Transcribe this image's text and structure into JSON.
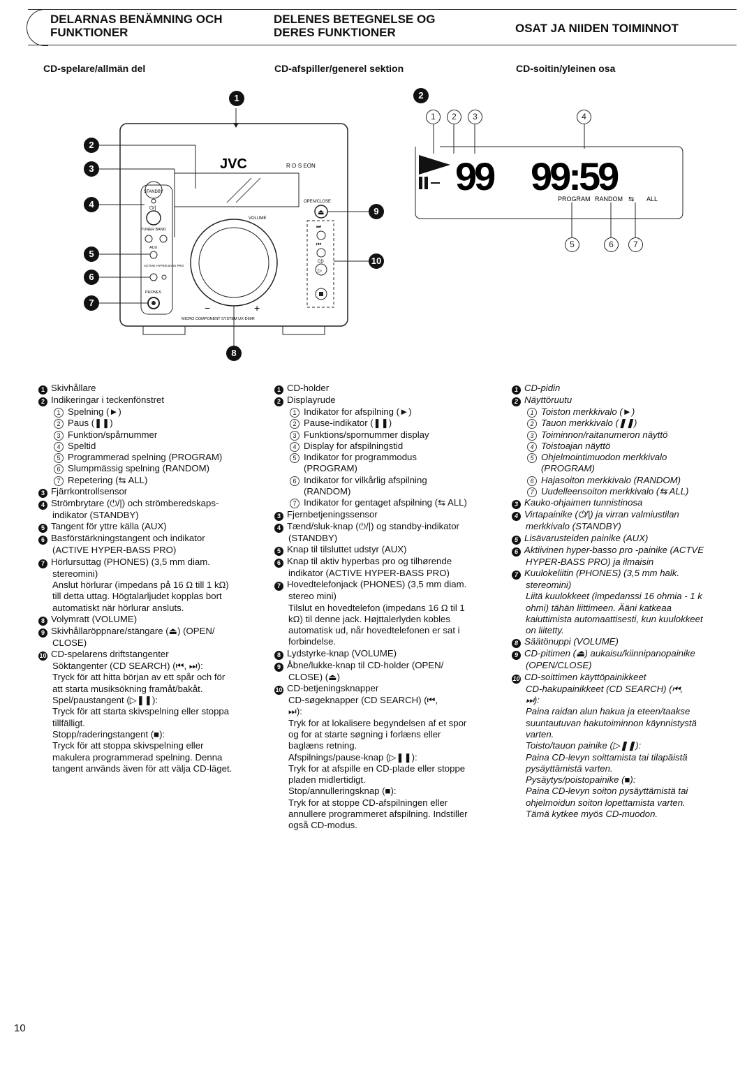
{
  "headers": {
    "sv": "DELARNAS BENÄMNING OCH FUNKTIONER",
    "da": "DELENES BETEGNELSE OG DERES FUNKTIONER",
    "fi": "OSAT JA NIIDEN TOIMINNOT"
  },
  "subheads": {
    "sv": "CD-spelare/allmän del",
    "da": "CD-afspiller/generel sektion",
    "fi": "CD-soitin/yleinen osa"
  },
  "device": {
    "brand": "JVC",
    "rds": "R·D·S EON",
    "standby": "STANDBY",
    "tuner_band": "TUNER BAND",
    "aux": "AUX",
    "active_hyper_bass": "ACTIVE HYPER BASS PRO",
    "phones": "PHONES",
    "volume": "VOLUME",
    "open_close": "OPEN/CLOSE",
    "cd": "CD",
    "model": "MICRO COMPONENT SYSTEM UX-D99R",
    "minus": "−",
    "plus": "+"
  },
  "display": {
    "digits_track": "99",
    "digits_time": "99:59",
    "program": "PROGRAM",
    "random": "RANDOM",
    "all": "ALL"
  },
  "callouts": [
    "1",
    "2",
    "3",
    "4",
    "5",
    "6",
    "7",
    "8",
    "9",
    "10"
  ],
  "sub_callouts": [
    "1",
    "2",
    "3",
    "4",
    "5",
    "6",
    "7"
  ],
  "sv": [
    {
      "n": "1",
      "t": "Skivhållare"
    },
    {
      "n": "2",
      "t": "Indikeringar i teckenfönstret"
    },
    {
      "s": "1",
      "t": "Spelning (►)"
    },
    {
      "s": "2",
      "t": "Paus (❚❚)"
    },
    {
      "s": "3",
      "t": "Funktion/spårnummer"
    },
    {
      "s": "4",
      "t": "Speltid"
    },
    {
      "s": "5",
      "t": "Programmerad spelning (PROGRAM)"
    },
    {
      "s": "6",
      "t": "Slumpmässig spelning (RANDOM)"
    },
    {
      "s": "7",
      "t": "Repetering (⇆ ALL)"
    },
    {
      "n": "3",
      "t": "Fjärrkontrollsensor"
    },
    {
      "n": "4",
      "t": "Strömbrytare (⏻/|) och strömberedskaps-"
    },
    {
      "i": "indikator (STANDBY)"
    },
    {
      "n": "5",
      "t": "Tangent för yttre källa (AUX)"
    },
    {
      "n": "6",
      "t": "Basförstärkningstangent och indikator"
    },
    {
      "i": "(ACTIVE HYPER-BASS PRO)"
    },
    {
      "n": "7",
      "t": "Hörlursuttag (PHONES) (3,5 mm diam."
    },
    {
      "i": "stereomini)"
    },
    {
      "i": "Anslut hörlurar (impedans på 16 Ω till 1 kΩ)"
    },
    {
      "i": "till detta uttag. Högtalarljudet kopplas bort"
    },
    {
      "i": "automatiskt när hörlurar ansluts."
    },
    {
      "n": "8",
      "t": "Volymratt (VOLUME)"
    },
    {
      "n": "9",
      "t": "Skivhållaröppnare/stängare (⏏) (OPEN/"
    },
    {
      "i": "CLOSE)"
    },
    {
      "n": "10",
      "t": "CD-spelarens driftstangenter"
    },
    {
      "i": "Söktangenter (CD SEARCH) (⏮, ⏭):"
    },
    {
      "i": "Tryck för att hitta början av ett spår och för"
    },
    {
      "i": "att starta musiksökning framåt/bakåt."
    },
    {
      "i": "Spel/paustangent (▷❚❚):"
    },
    {
      "i": "Tryck för att starta skivspelning eller stoppa"
    },
    {
      "i": "tillfälligt."
    },
    {
      "i": "Stopp/raderingstangent (■):"
    },
    {
      "i": "Tryck för att stoppa skivspelning eller"
    },
    {
      "i": "makulera programmerad spelning. Denna"
    },
    {
      "i": "tangent används även för att välja CD-läget."
    }
  ],
  "da": [
    {
      "n": "1",
      "t": "CD-holder"
    },
    {
      "n": "2",
      "t": "Displayrude"
    },
    {
      "s": "1",
      "t": "Indikator for afspilning (►)"
    },
    {
      "s": "2",
      "t": "Pause-indikator (❚❚)"
    },
    {
      "s": "3",
      "t": "Funktions/spornummer display"
    },
    {
      "s": "4",
      "t": "Display for afspilningstid"
    },
    {
      "s": "5",
      "t": "Indikator for programmodus"
    },
    {
      "i2": "(PROGRAM)"
    },
    {
      "s": "6",
      "t": "Indikator for vilkårlig afspilning"
    },
    {
      "i2": "(RANDOM)"
    },
    {
      "s": "7",
      "t": "Indikator for gentaget afspilning (⇆ ALL)"
    },
    {
      "n": "3",
      "t": "Fjernbetjeningssensor"
    },
    {
      "n": "4",
      "t": "Tænd/sluk-knap (⏻/|) og standby-indikator"
    },
    {
      "i": "(STANDBY)"
    },
    {
      "n": "5",
      "t": "Knap til tilsluttet udstyr (AUX)"
    },
    {
      "n": "6",
      "t": "Knap til aktiv hyperbas pro og tilhørende"
    },
    {
      "i": "indikator (ACTIVE HYPER-BASS PRO)"
    },
    {
      "n": "7",
      "t": "Hovedtelefonjack (PHONES) (3,5 mm diam."
    },
    {
      "i": "stereo mini)"
    },
    {
      "i": "Tilslut en hovedtelefon (impedans 16 Ω til 1"
    },
    {
      "i": "kΩ) til denne jack. Højttalerlyden kobles"
    },
    {
      "i": "automatisk ud, når hovedtelefonen er sat i"
    },
    {
      "i": "forbindelse."
    },
    {
      "n": "8",
      "t": "Lydstyrke-knap (VOLUME)"
    },
    {
      "n": "9",
      "t": "Åbne/lukke-knap til CD-holder (OPEN/"
    },
    {
      "i": "CLOSE) (⏏)"
    },
    {
      "n": "10",
      "t": "CD-betjeningsknapper"
    },
    {
      "i": "CD-søgeknapper (CD SEARCH) (⏮,"
    },
    {
      "i": "⏭):"
    },
    {
      "i": "Tryk for at lokalisere begyndelsen af et spor"
    },
    {
      "i": "og for at starte søgning i forlæns eller"
    },
    {
      "i": "baglæns retning."
    },
    {
      "i": "Afspilnings/pause-knap (▷❚❚):"
    },
    {
      "i": "Tryk for at afspille en CD-plade eller stoppe"
    },
    {
      "i": "pladen midlertidigt."
    },
    {
      "i": "Stop/annulleringsknap (■):"
    },
    {
      "i": "Tryk for at stoppe CD-afspilningen eller"
    },
    {
      "i": "annullere programmeret afspilning. Indstiller"
    },
    {
      "i": "også CD-modus."
    }
  ],
  "fi": [
    {
      "n": "1",
      "t": "CD-pidin"
    },
    {
      "n": "2",
      "t": "Näyttöruutu"
    },
    {
      "s": "1",
      "t": "Toiston merkkivalo (►)"
    },
    {
      "s": "2",
      "t": "Tauon merkkivalo (❚❚)"
    },
    {
      "s": "3",
      "t": "Toiminnon/raitanumeron näyttö"
    },
    {
      "s": "4",
      "t": "Toistoajan näyttö"
    },
    {
      "s": "5",
      "t": "Ohjelmointimuodon merkkivalo"
    },
    {
      "i2": "(PROGRAM)"
    },
    {
      "s": "6",
      "t": "Hajasoiton merkkivalo (RANDOM)"
    },
    {
      "s": "7",
      "t": "Uudelleensoiton merkkivalo (⇆ ALL)"
    },
    {
      "n": "3",
      "t": "Kauko-ohjaimen tunnistinosa"
    },
    {
      "n": "4",
      "t": "Virtapainike (⏻/|) ja virran valmiustilan"
    },
    {
      "i": "merkkivalo (STANDBY)"
    },
    {
      "n": "5",
      "t": "Lisävarusteiden painike (AUX)"
    },
    {
      "n": "6",
      "t": "Aktiivinen hyper-basso pro -painike (ACTVE"
    },
    {
      "i": "HYPER-BASS PRO) ja ilmaisin"
    },
    {
      "n": "7",
      "t": "Kuulokeliitin (PHONES) (3,5 mm halk."
    },
    {
      "i": "stereomini)"
    },
    {
      "i": "Liitä kuulokkeet (impedanssi 16 ohmia - 1 k"
    },
    {
      "i": "ohmi) tähän liittimeen. Ääni katkeaa"
    },
    {
      "i": "kaiuttimista automaattisesti, kun kuulokkeet"
    },
    {
      "i": "on liitetty."
    },
    {
      "n": "8",
      "t": "Säätönuppi (VOLUME)"
    },
    {
      "n": "9",
      "t": "CD-pitimen (⏏) aukaisu/kiinnipanopainike"
    },
    {
      "i": "(OPEN/CLOSE)"
    },
    {
      "n": "10",
      "t": "CD-soittimen käyttöpainikkeet"
    },
    {
      "i": "CD-hakupainikkeet (CD SEARCH) (⏮,"
    },
    {
      "i": "⏭):"
    },
    {
      "i": "Paina raidan alun hakua ja eteen/taakse"
    },
    {
      "i": "suuntautuvan hakutoiminnon käynnistystä"
    },
    {
      "i": "varten."
    },
    {
      "i": "Toisto/tauon painike (▷❚❚):"
    },
    {
      "i": "Paina CD-levyn soittamista tai tilapäistä"
    },
    {
      "i": "pysäyttämistä varten."
    },
    {
      "i": "Pysäytys/poistopainike (■):"
    },
    {
      "i": "Paina CD-levyn soiton pysäyttämistä tai"
    },
    {
      "i": "ohjelmoidun soiton lopettamista varten."
    },
    {
      "i": "Tämä kytkee myös CD-muodon."
    }
  ],
  "page_number": "10"
}
